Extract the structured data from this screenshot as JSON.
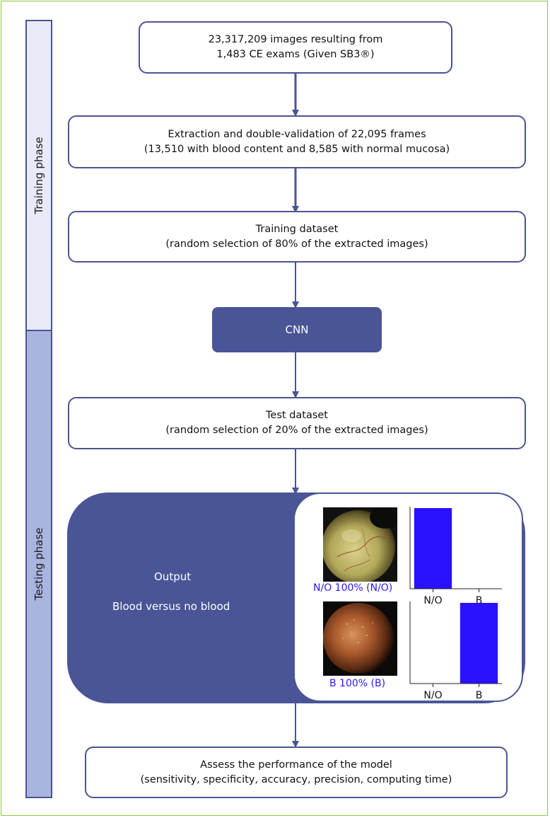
{
  "phases": {
    "training": "Training phase",
    "testing": "Testing phase"
  },
  "steps": {
    "source": {
      "line1": "23,317,209 images resulting from",
      "line2": "1,483 CE exams (Given SB3®)"
    },
    "extraction": {
      "line1": "Extraction and double-validation of 22,095 frames",
      "line2": "(13,510 with blood content and 8,585 with normal mucosa)"
    },
    "training_dataset": {
      "line1": "Training dataset",
      "line2": "(random selection of 80% of the extracted images)"
    },
    "cnn": "CNN",
    "test_dataset": {
      "line1": "Test dataset",
      "line2": "(random selection of 20% of the extracted images)"
    },
    "output": {
      "title": "Output",
      "subtitle": "Blood versus no blood"
    },
    "assess": {
      "line1": "Assess the performance of the model",
      "line2": "(sensitivity, specificity, accuracy, precision, computing time)"
    }
  },
  "examples": [
    {
      "prediction": "N/O 100% (N/O)"
    },
    {
      "prediction": "B 100% (B)"
    }
  ],
  "chart_data": [
    {
      "type": "bar",
      "categories": [
        "N/O",
        "B"
      ],
      "values": [
        100,
        0
      ],
      "ylim": [
        0,
        100
      ],
      "color": "#2a12ff"
    },
    {
      "type": "bar",
      "categories": [
        "N/O",
        "B"
      ],
      "values": [
        0,
        100
      ],
      "ylim": [
        0,
        100
      ],
      "color": "#2a12ff"
    }
  ],
  "colors": {
    "box_border": "#4a5590",
    "cnn_fill": "#4a5597",
    "training_fill": "#e8ebf7",
    "testing_fill": "#a9b5e0",
    "prediction_text": "#2a1aff",
    "frame_border": "#8ec63f"
  }
}
